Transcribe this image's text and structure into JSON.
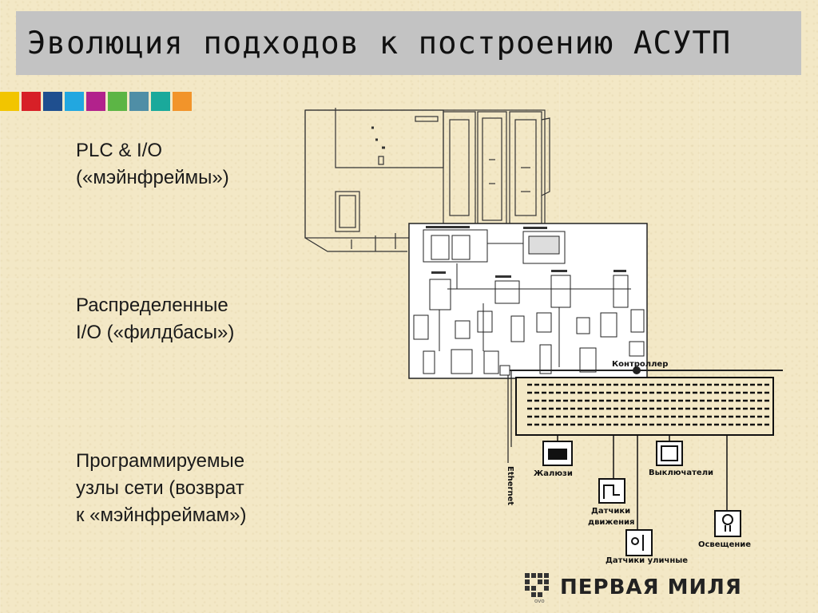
{
  "title": "Эволюция подходов к построению АСУТП",
  "swatch_colors": [
    "#f2c500",
    "#d72027",
    "#1f4f8f",
    "#22a7e0",
    "#b2228c",
    "#5cb545",
    "#4f8ea6",
    "#1aa99b",
    "#f2942a"
  ],
  "bullets": [
    {
      "line1": "PLC & I/O",
      "line2": "(«мэйнфреймы»)"
    },
    {
      "line1": "Распределенные",
      "line2": "I/O («филдбасы»)"
    },
    {
      "line1": "Программируемые",
      "line2": "узлы сети (возврат",
      "line3": "к «мэйнфреймам»)"
    }
  ],
  "diagram": {
    "controller_label": "Контроллер",
    "ethernet_label": "Ethernet",
    "blinds_label": "Жалюзи",
    "switches_label": "Выключатели",
    "motion_label_1": "Датчики",
    "motion_label_2": "движения",
    "outdoor_label": "Датчики уличные",
    "lighting_label": "Освещение"
  },
  "logo": {
    "text": "ПЕРВАЯ МИЛЯ",
    "sub": "ovo"
  }
}
